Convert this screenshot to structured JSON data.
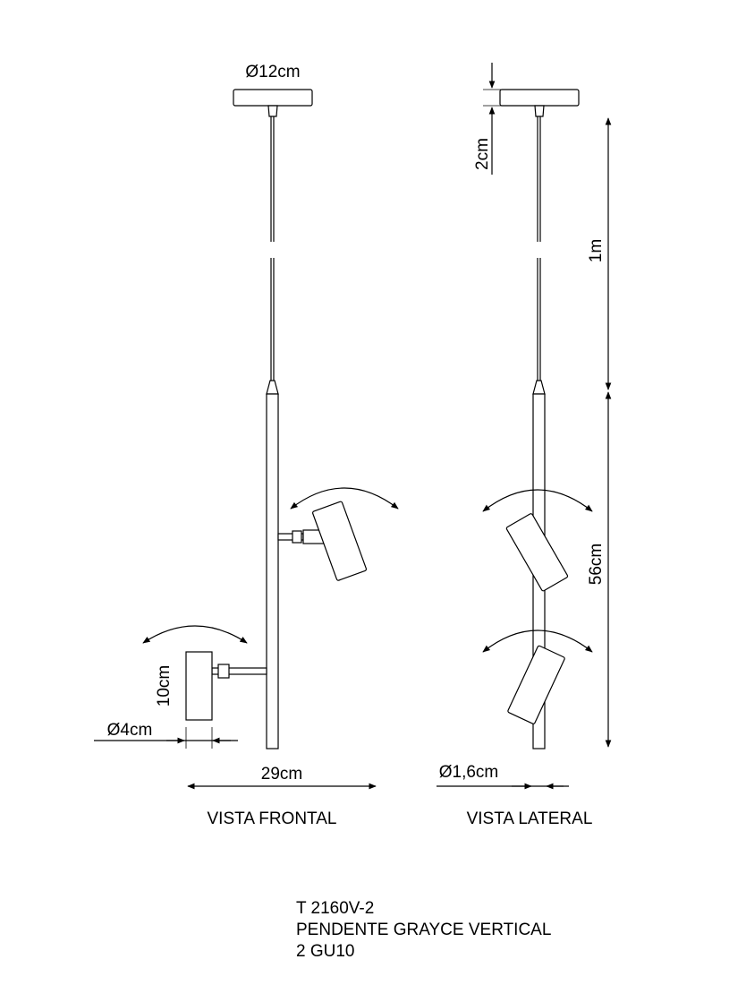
{
  "front_view": {
    "caption": "VISTA FRONTAL",
    "dim_canopy": "Ø12cm",
    "dim_head_height": "10cm",
    "dim_head_diameter": "Ø4cm",
    "dim_total_width": "29cm"
  },
  "side_view": {
    "caption": "VISTA LATERAL",
    "dim_canopy_height": "2cm",
    "dim_cable": "1m",
    "dim_body": "56cm",
    "dim_tube_diameter": "Ø1,6cm"
  },
  "product": {
    "code": "T 2160V-2",
    "name": "PENDENTE GRAYCE VERTICAL",
    "lamps": "2 GU10"
  }
}
